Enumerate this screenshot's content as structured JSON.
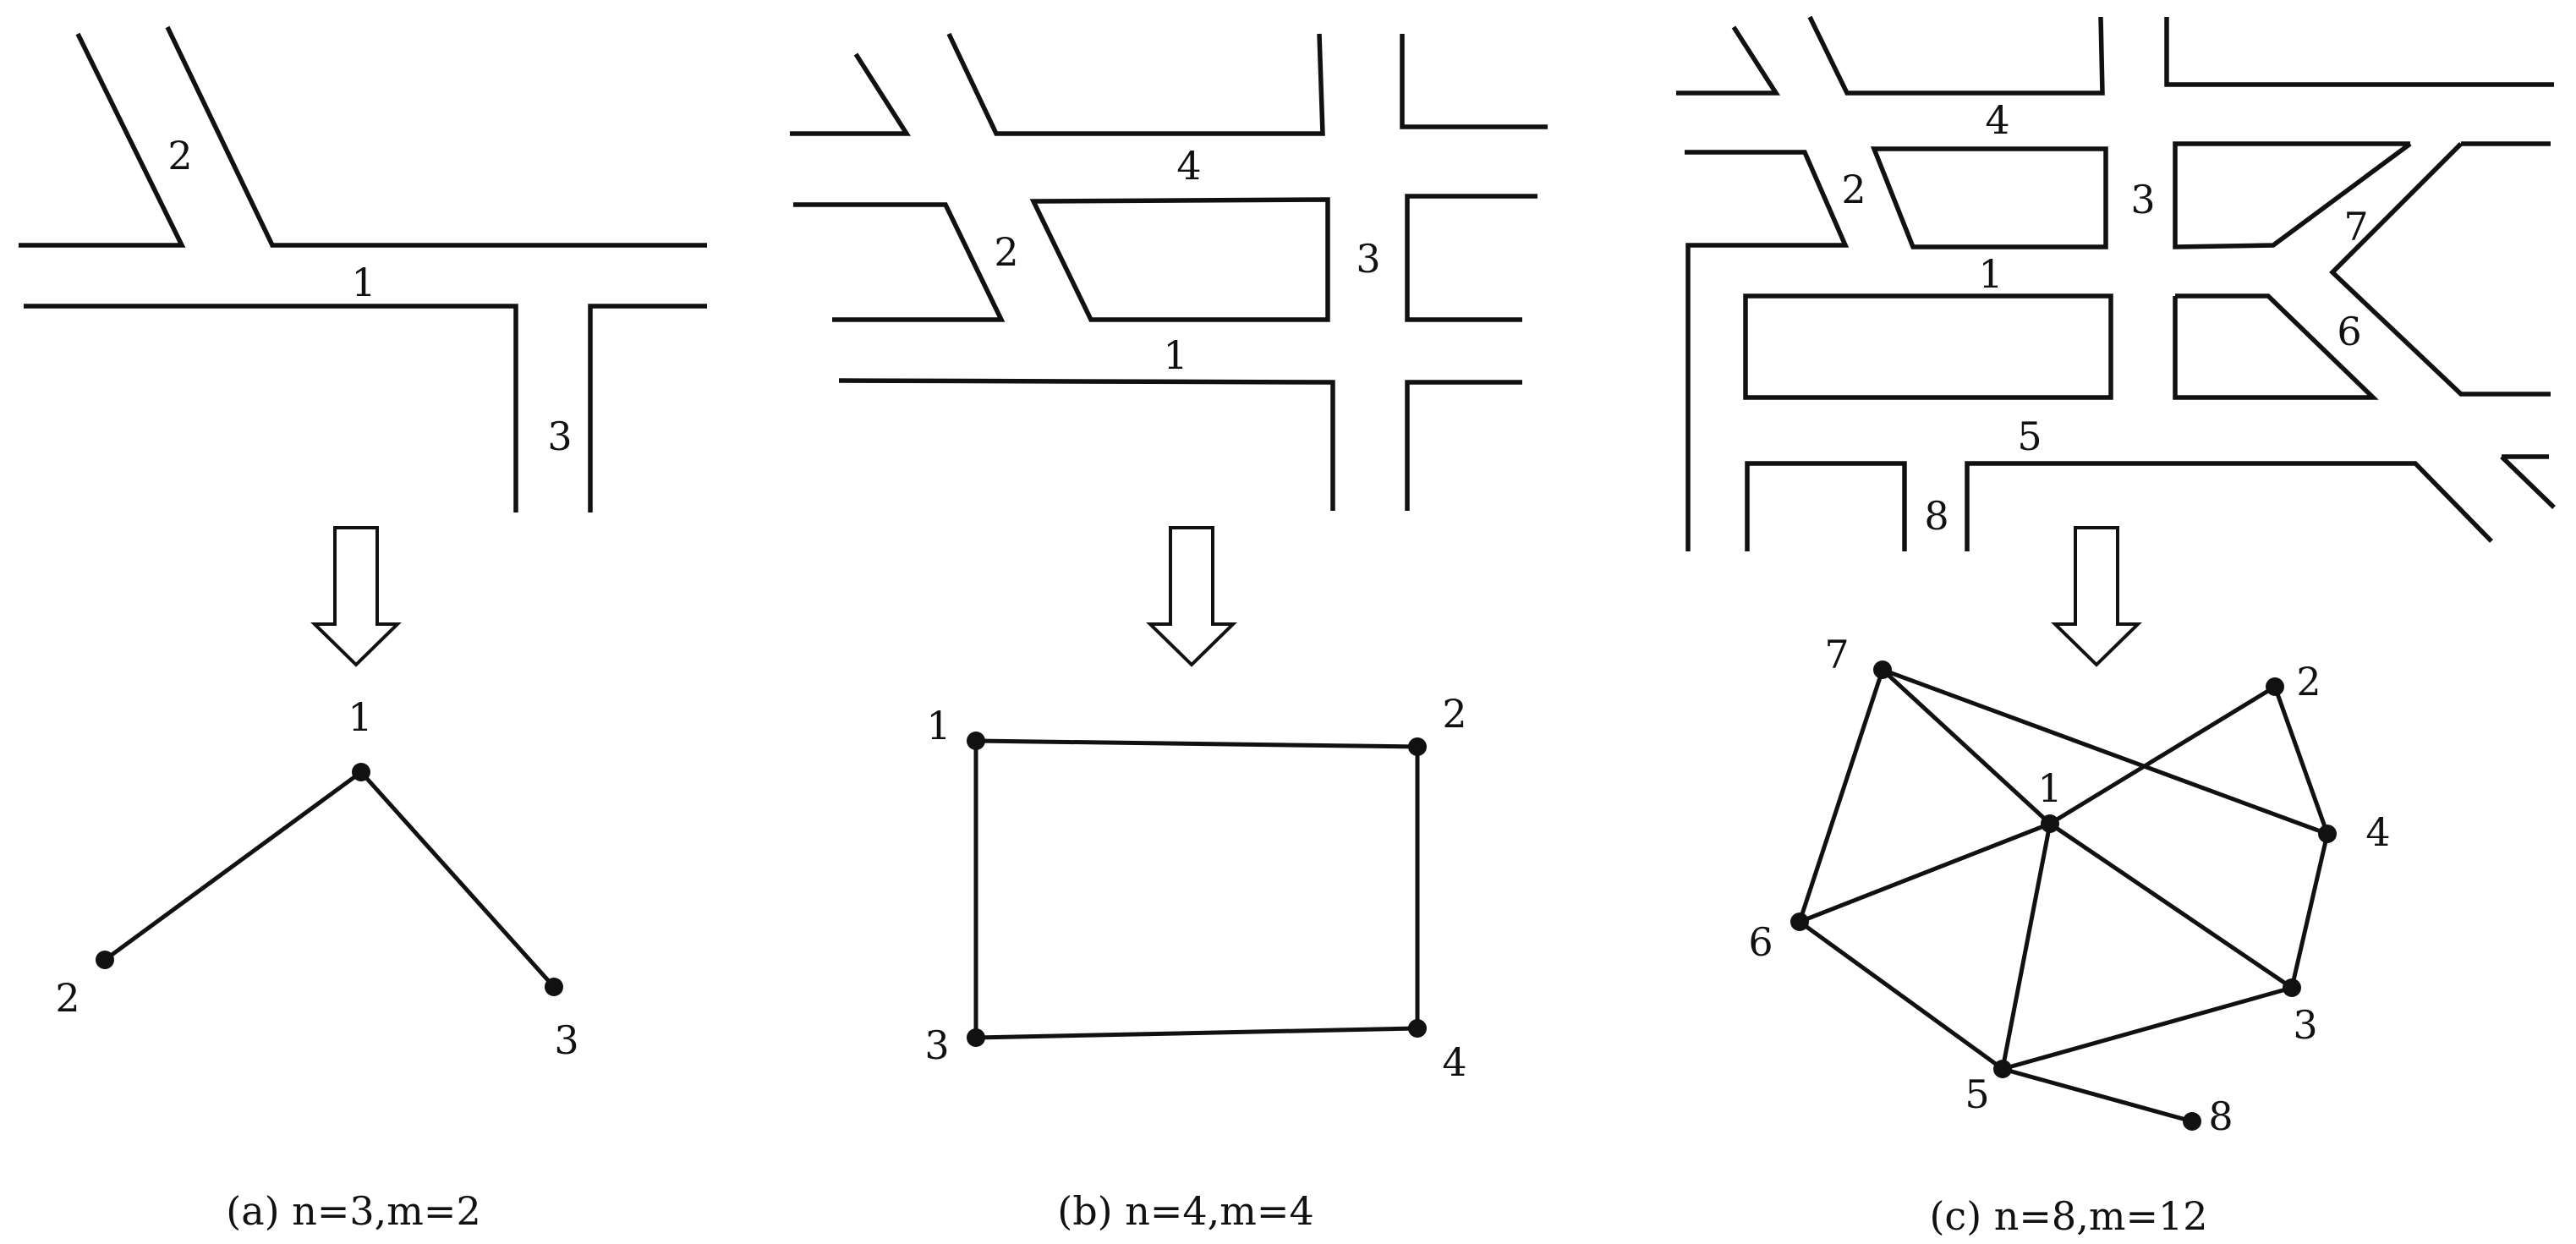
{
  "panels": [
    {
      "id": "a",
      "caption": "(a) n=3,m=2",
      "road_labels": [
        "1",
        "2",
        "3"
      ],
      "nodes": [
        "1",
        "2",
        "3"
      ],
      "edges": [
        [
          "1",
          "2"
        ],
        [
          "1",
          "3"
        ]
      ]
    },
    {
      "id": "b",
      "caption": "(b) n=4,m=4",
      "road_labels": [
        "1",
        "2",
        "3",
        "4"
      ],
      "nodes": [
        "1",
        "2",
        "3",
        "4"
      ],
      "edges": [
        [
          "1",
          "2"
        ],
        [
          "1",
          "3"
        ],
        [
          "2",
          "4"
        ],
        [
          "3",
          "4"
        ]
      ]
    },
    {
      "id": "c",
      "caption": "(c) n=8,m=12",
      "road_labels": [
        "1",
        "2",
        "3",
        "4",
        "5",
        "6",
        "7",
        "8"
      ],
      "nodes": [
        "1",
        "2",
        "3",
        "4",
        "5",
        "6",
        "7",
        "8"
      ],
      "edges": [
        [
          "7",
          "1"
        ],
        [
          "7",
          "4"
        ],
        [
          "7",
          "6"
        ],
        [
          "1",
          "2"
        ],
        [
          "1",
          "6"
        ],
        [
          "1",
          "5"
        ],
        [
          "1",
          "3"
        ],
        [
          "2",
          "4"
        ],
        [
          "4",
          "3"
        ],
        [
          "3",
          "5"
        ],
        [
          "6",
          "5"
        ],
        [
          "5",
          "8"
        ]
      ]
    }
  ],
  "colors": {
    "stroke": "#111111",
    "background": "#ffffff"
  },
  "icons": {
    "transform_arrow": "down-arrow-icon"
  }
}
